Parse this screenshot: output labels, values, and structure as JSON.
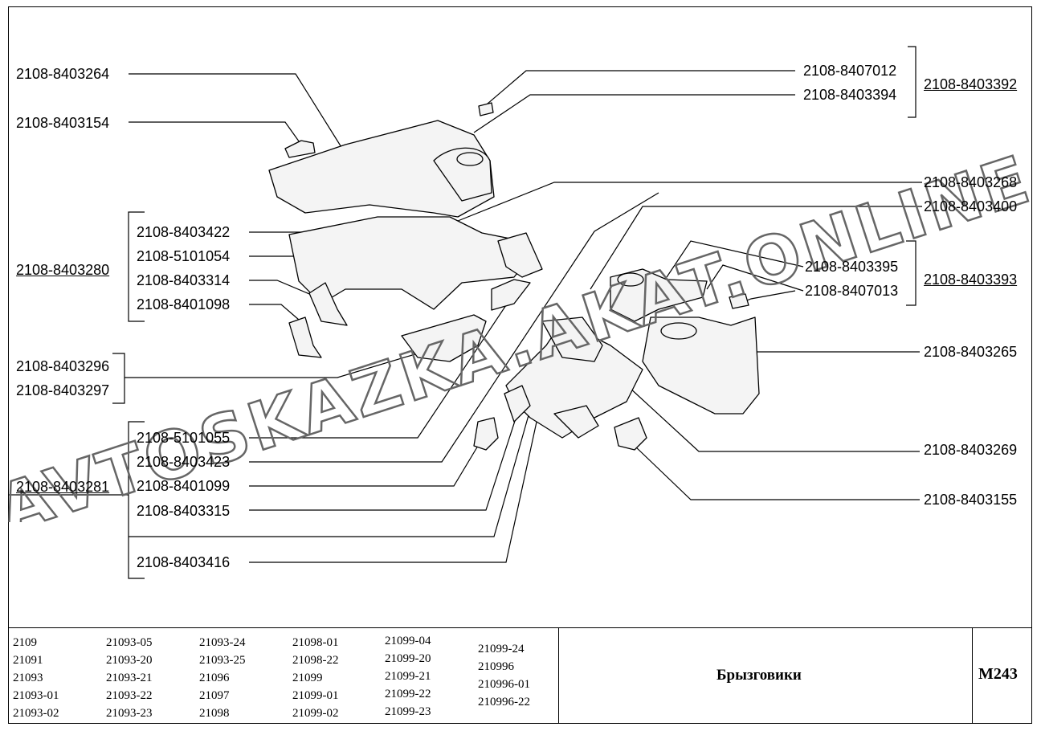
{
  "labels_left": [
    {
      "id": "l1",
      "text": "2108-8403264"
    },
    {
      "id": "l2",
      "text": "2108-8403154"
    },
    {
      "id": "l3",
      "text": "2108-8403422"
    },
    {
      "id": "l4",
      "text": "2108-5101054"
    },
    {
      "id": "l5",
      "text": "2108-8403314"
    },
    {
      "id": "l6",
      "text": "2108-8401098"
    },
    {
      "id": "l7",
      "text": "2108-8403280"
    },
    {
      "id": "l8",
      "text": "2108-8403296"
    },
    {
      "id": "l9",
      "text": "2108-8403297"
    },
    {
      "id": "l10",
      "text": "2108-5101055"
    },
    {
      "id": "l11",
      "text": "2108-8403423"
    },
    {
      "id": "l12",
      "text": "2108-8403281"
    },
    {
      "id": "l13",
      "text": "2108-8401099"
    },
    {
      "id": "l14",
      "text": "2108-8403315"
    },
    {
      "id": "l15",
      "text": "2108-8403416"
    }
  ],
  "labels_right": [
    {
      "id": "r1",
      "text": "2108-8407012"
    },
    {
      "id": "r2",
      "text": "2108-8403394"
    },
    {
      "id": "r3",
      "text": "2108-8403392"
    },
    {
      "id": "r4",
      "text": "2108-8403268"
    },
    {
      "id": "r5",
      "text": "2108-8403400"
    },
    {
      "id": "r6",
      "text": "2108-8403395"
    },
    {
      "id": "r7",
      "text": "2108-8407013"
    },
    {
      "id": "r8",
      "text": "2108-8403393"
    },
    {
      "id": "r9",
      "text": "2108-8403265"
    },
    {
      "id": "r10",
      "text": "2108-8403269"
    },
    {
      "id": "r11",
      "text": "2108-8403155"
    }
  ],
  "watermark": "AVTOSKAZKA.AKAT.ONLINE",
  "title_block": {
    "models": [
      [
        "2109",
        "21091",
        "21093",
        "21093-01",
        "21093-02"
      ],
      [
        "21093-05",
        "21093-20",
        "21093-21",
        "21093-22",
        "21093-23"
      ],
      [
        "21093-24",
        "21093-25",
        "21096",
        "21097",
        "21098"
      ],
      [
        "21098-01",
        "21098-22",
        "21099",
        "21099-01",
        "21099-02"
      ],
      [
        "21099-04",
        "21099-20",
        "21099-21",
        "21099-22",
        "21099-23"
      ],
      [
        "21099-24",
        "210996",
        "210996-01",
        "210996-22"
      ]
    ],
    "name": "Брызговики",
    "code": "M243"
  }
}
